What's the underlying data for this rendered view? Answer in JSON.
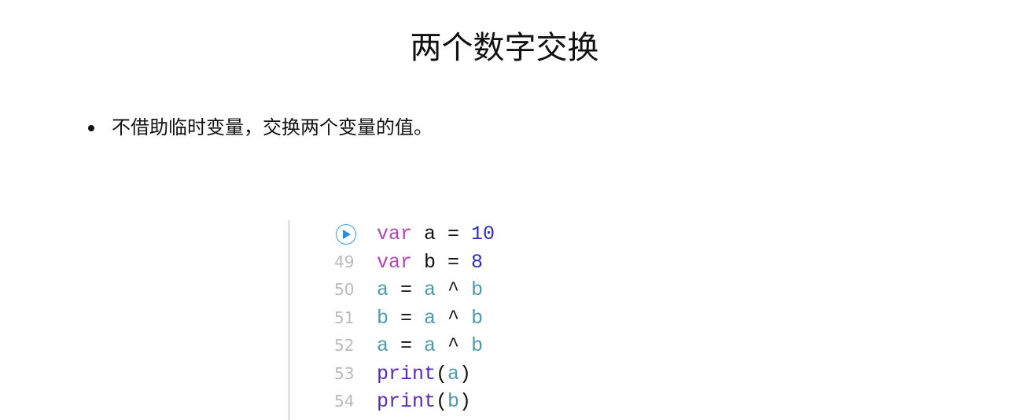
{
  "title": "两个数字交换",
  "bullet": "不借助临时变量，交换两个变量的值。",
  "code": {
    "run_icon": "play-circle-icon",
    "lines": [
      {
        "num": "",
        "tokens": [
          [
            "kw",
            "var"
          ],
          [
            "pl",
            " a = "
          ],
          [
            "num",
            "10"
          ]
        ]
      },
      {
        "num": "49",
        "tokens": [
          [
            "kw",
            "var"
          ],
          [
            "pl",
            " b = "
          ],
          [
            "num",
            "8"
          ]
        ]
      },
      {
        "num": "50",
        "tokens": [
          [
            "id",
            "a"
          ],
          [
            "pl",
            " = "
          ],
          [
            "id",
            "a"
          ],
          [
            "pl",
            " ^ "
          ],
          [
            "id",
            "b"
          ]
        ]
      },
      {
        "num": "51",
        "tokens": [
          [
            "id",
            "b"
          ],
          [
            "pl",
            " = "
          ],
          [
            "id",
            "a"
          ],
          [
            "pl",
            " ^ "
          ],
          [
            "id",
            "b"
          ]
        ]
      },
      {
        "num": "52",
        "tokens": [
          [
            "id",
            "a"
          ],
          [
            "pl",
            " = "
          ],
          [
            "id",
            "a"
          ],
          [
            "pl",
            " ^ "
          ],
          [
            "id",
            "b"
          ]
        ]
      },
      {
        "num": "53",
        "tokens": [
          [
            "fn",
            "print"
          ],
          [
            "pl",
            "("
          ],
          [
            "id",
            "a"
          ],
          [
            "pl",
            ")"
          ]
        ]
      },
      {
        "num": "54",
        "tokens": [
          [
            "fn",
            "print"
          ],
          [
            "pl",
            "("
          ],
          [
            "id",
            "b"
          ],
          [
            "pl",
            ")"
          ]
        ]
      }
    ]
  }
}
